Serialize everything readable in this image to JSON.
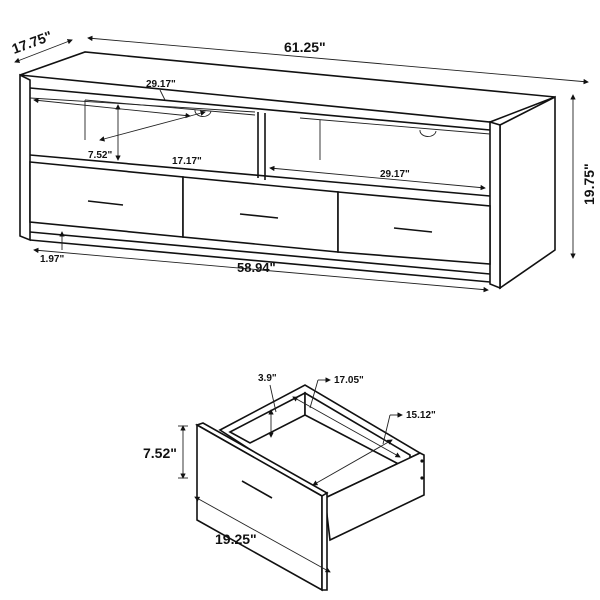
{
  "tv_stand": {
    "depth": "17.75\"",
    "width": "61.25\"",
    "shelf_width_left": "29.17\"",
    "shelf_height": "7.52\"",
    "shelf_depth": "17.17\"",
    "shelf_width_right": "29.17\"",
    "height": "19.75\"",
    "clearance": "1.97\"",
    "inner_width": "58.94\""
  },
  "drawer": {
    "inner_height": "3.9\"",
    "inner_width": "17.05\"",
    "inner_depth": "15.12\"",
    "height": "7.52\"",
    "width": "19.25\""
  }
}
